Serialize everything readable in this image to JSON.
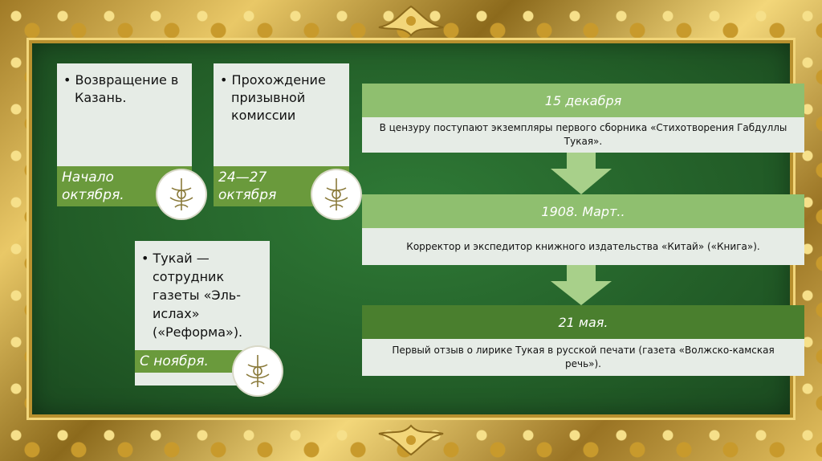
{
  "slide": {
    "colors": {
      "panel_green": "#215a26",
      "card_bg": "#e6ece6",
      "accent_green": "#6a9a3c",
      "timeline_light": "#8fbf6f",
      "timeline_dark": "#4a7f2e",
      "gold": "#d4af37"
    },
    "cards": [
      {
        "text": "Возвращение в Казань.",
        "date": "Начало октября."
      },
      {
        "text": "Прохождение призывной комиссии",
        "date": "24—27 октября"
      },
      {
        "text": "Тукай — сотрудник газеты «Эль-ислах» («Реформа»).",
        "date": "С ноября."
      }
    ],
    "timeline": [
      {
        "date": "15 декабря",
        "text": "В цензуру поступают экземпляры первого сборника «Стихотворения Габдуллы Тукая»."
      },
      {
        "date": "1908. Март..",
        "text": "Корректор и экспедитор книжного издательства «Китай» («Книга»)."
      },
      {
        "date": "21 мая.",
        "text": "Первый отзыв о лирике Тукая в русской печати (газета «Волжско-камская речь»)."
      }
    ]
  }
}
